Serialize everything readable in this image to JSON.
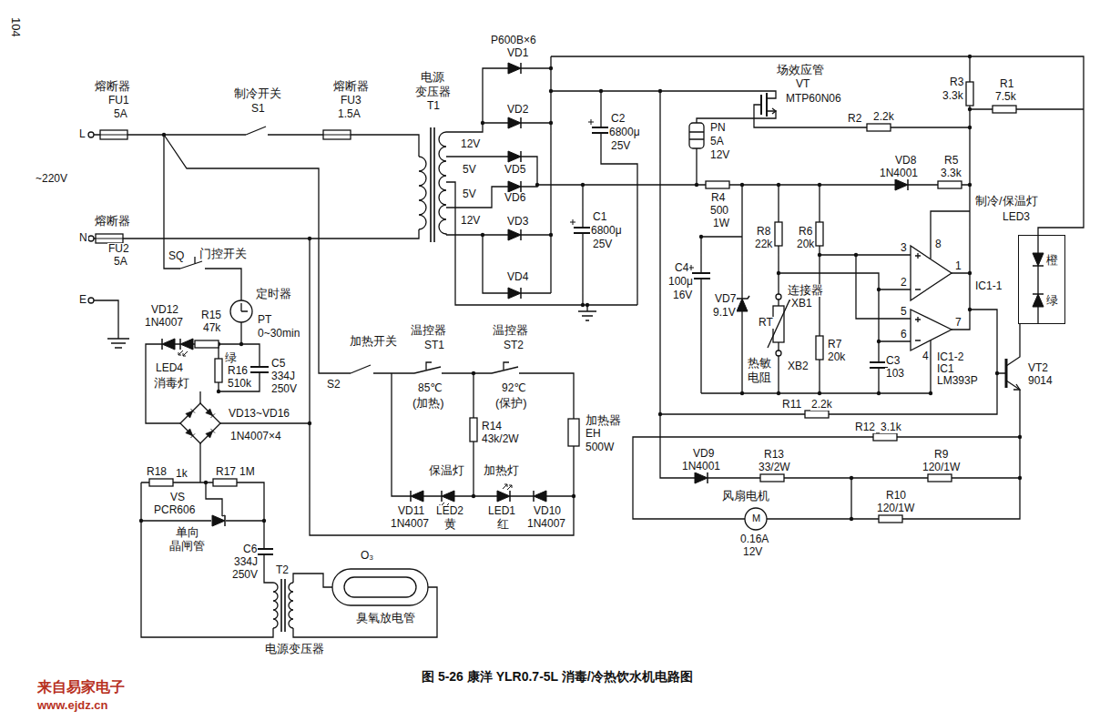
{
  "diagram": {
    "caption": "图 5-26 康洋 YLR0.7-5L 消毒/冷热饮水机电路图",
    "nodes": [
      {
        "text": [
          "橙",
          "绿"
        ]
      }
    ],
    "labels": [
      "104",
      "熔断器",
      "FU1",
      "5A",
      "L",
      "制冷开关",
      "S1",
      "熔断器",
      "FU3",
      "1.5A",
      "~220V",
      "熔断器",
      "N",
      "FU2",
      "5A",
      "E",
      "电源",
      "变压器",
      "T1",
      "12V",
      "5V",
      "5V",
      "12V",
      "P600B×6",
      "VD1",
      "VD2",
      "VD5",
      "VD6",
      "VD3",
      "VD4",
      "C2",
      "6800μ",
      "25V",
      "C1",
      "6800μ",
      "25V",
      "PN",
      "5A",
      "12V",
      "场效应管",
      "VT",
      "MTP60N06",
      "R3",
      "3.3k",
      "R1",
      "7.5k",
      "R2",
      "2.2k",
      "VD8",
      "1N4001",
      "R5",
      "3.3k",
      "制冷/保温灯",
      "LED3",
      "R4",
      "500",
      "1W",
      "R8",
      "22k",
      "R6",
      "20k",
      "3",
      "8",
      "2",
      "1",
      "IC1-1",
      "5",
      "7",
      "6",
      "4",
      "IC1-2",
      "IC1",
      "LM393P",
      "C4",
      "100μ",
      "16V",
      "VD7",
      "9.1V",
      "连接器",
      "XB1",
      "RT",
      "R7",
      "20k",
      "C3",
      "103",
      "热敏",
      "XB2",
      "电阻",
      "VT2",
      "9014",
      "R11",
      "2.2k",
      "R12",
      "3.1k",
      "VD9",
      "1N4001",
      "R13",
      "33/2W",
      "R9",
      "120/1W",
      "R10",
      "120/1W",
      "风扇电机",
      "0.16A",
      "12V",
      "M",
      "SQ",
      "门控开关",
      "定时器",
      "PT",
      "0~30min",
      "VD12",
      "1N4007",
      "R15",
      "47k",
      "绿",
      "LED4",
      "消毒灯",
      "R16",
      "510k",
      "C5",
      "334J",
      "250V",
      "VD13~VD16",
      "1N4007×4",
      "R18",
      "1k",
      "R17",
      "1M",
      "VS",
      "PCR606",
      "单向",
      "晶闸管",
      "C6",
      "334J",
      "250V",
      "T2",
      "O₃",
      "臭氧放电管",
      "电源变压器",
      "加热开关",
      "S2",
      "温控器",
      "ST1",
      "85℃",
      "(加热)",
      "温控器",
      "ST2",
      "92℃",
      "(保护)",
      "R14",
      "43k/2W",
      "加热器",
      "EH",
      "500W",
      "保温灯",
      "加热灯",
      "VD11",
      "1N4007",
      "LED2",
      "黄",
      "LED1",
      "红",
      "VD10",
      "1N4007",
      "来自易家电子",
      "www.ejdz.cn"
    ]
  }
}
